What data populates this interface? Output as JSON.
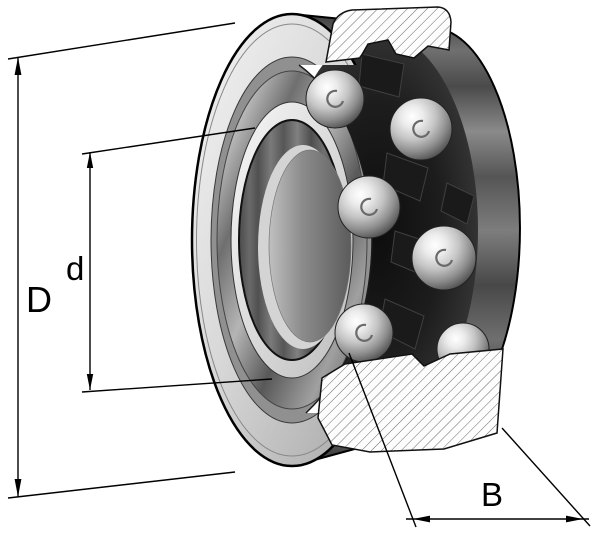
{
  "diagram": {
    "type": "double-row-ball-bearing-dimension-drawing",
    "labels": {
      "outer_diameter": "D",
      "bore_diameter": "d",
      "width": "B"
    },
    "colors": {
      "background": "#ffffff",
      "line": "#000000",
      "metal_dark": "#4a4a4a",
      "metal_light": "#e8e8e8"
    }
  }
}
